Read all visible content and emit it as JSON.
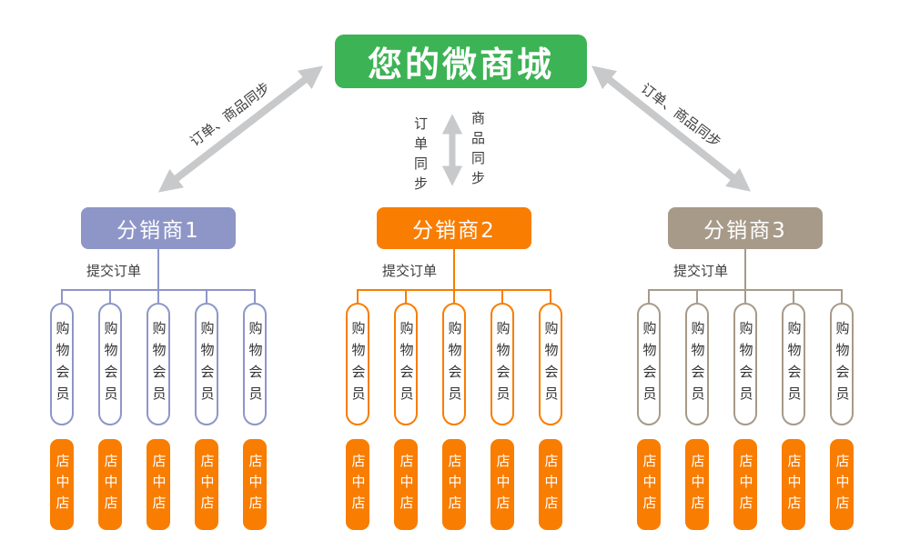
{
  "root": {
    "label": "您的微商城"
  },
  "sync_labels": {
    "left": "订单、商品同步",
    "right": "订单、商品同步",
    "middle_left": "订单同步",
    "middle_right": "商品同步"
  },
  "groups": [
    {
      "label": "分销商1",
      "color": "#8e96c8",
      "submit_label": "提交订单",
      "members": [
        "购物会员",
        "购物会员",
        "购物会员",
        "购物会员",
        "购物会员"
      ],
      "stores": [
        "店中店",
        "店中店",
        "店中店",
        "店中店",
        "店中店"
      ]
    },
    {
      "label": "分销商2",
      "color": "#f87d00",
      "submit_label": "提交订单",
      "members": [
        "购物会员",
        "购物会员",
        "购物会员",
        "购物会员",
        "购物会员"
      ],
      "stores": [
        "店中店",
        "店中店",
        "店中店",
        "店中店",
        "店中店"
      ]
    },
    {
      "label": "分销商3",
      "color": "#a79a89",
      "submit_label": "提交订单",
      "members": [
        "购物会员",
        "购物会员",
        "购物会员",
        "购物会员",
        "购物会员"
      ],
      "stores": [
        "店中店",
        "店中店",
        "店中店",
        "店中店",
        "店中店"
      ]
    }
  ],
  "colors": {
    "root": "#3cb354",
    "store": "#f87d00",
    "arrow": "#c8c9cb"
  }
}
